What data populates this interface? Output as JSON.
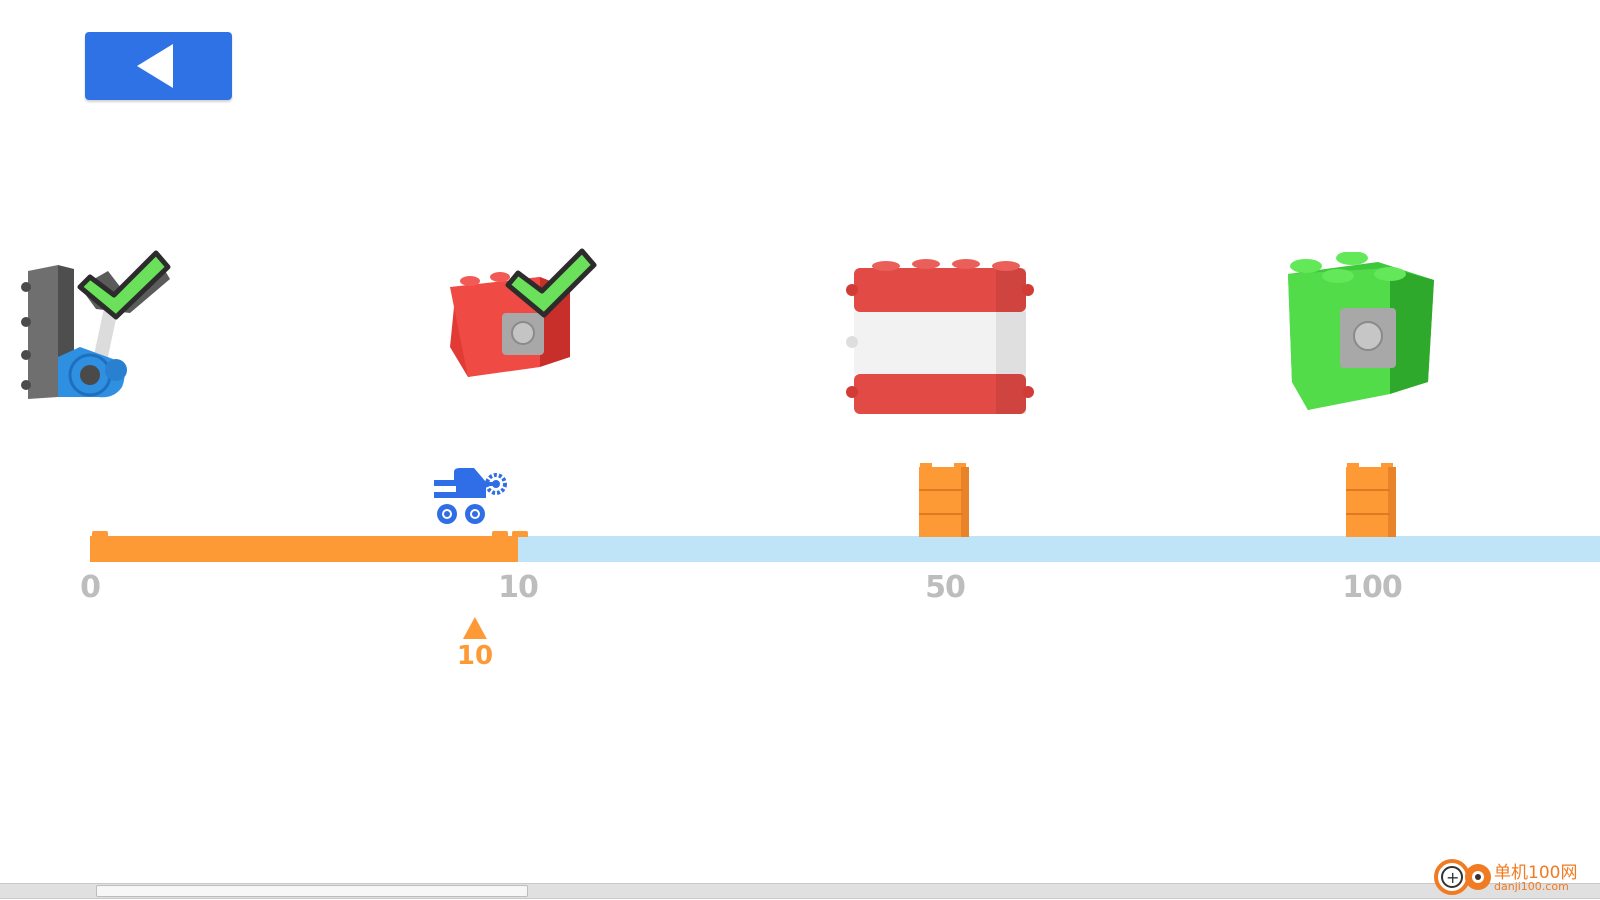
{
  "back_button": {
    "icon": "triangle-left-icon",
    "color": "#2f72e6"
  },
  "track": {
    "min": 0,
    "max": 140,
    "progress": 10,
    "fill_color": "#fd9a35",
    "rest_color": "#bfe3f7",
    "ticks": [
      {
        "value": 0,
        "label": "0"
      },
      {
        "value": 10,
        "label": "10"
      },
      {
        "value": 50,
        "label": "50"
      },
      {
        "value": 100,
        "label": "100"
      }
    ],
    "brick_markers": [
      50,
      100
    ]
  },
  "progress_marker": {
    "label": "10"
  },
  "rewards": [
    {
      "id": "hinge-part",
      "at": 0,
      "unlocked": true
    },
    {
      "id": "red-chest",
      "at": 10,
      "unlocked": true
    },
    {
      "id": "red-white-block",
      "at": 50,
      "unlocked": false
    },
    {
      "id": "green-chest",
      "at": 100,
      "unlocked": false
    }
  ],
  "scrollbar": {
    "position": 0.06,
    "visible_fraction": 0.27
  },
  "watermark": {
    "line1": "单机100网",
    "line2": "danji100.com"
  }
}
